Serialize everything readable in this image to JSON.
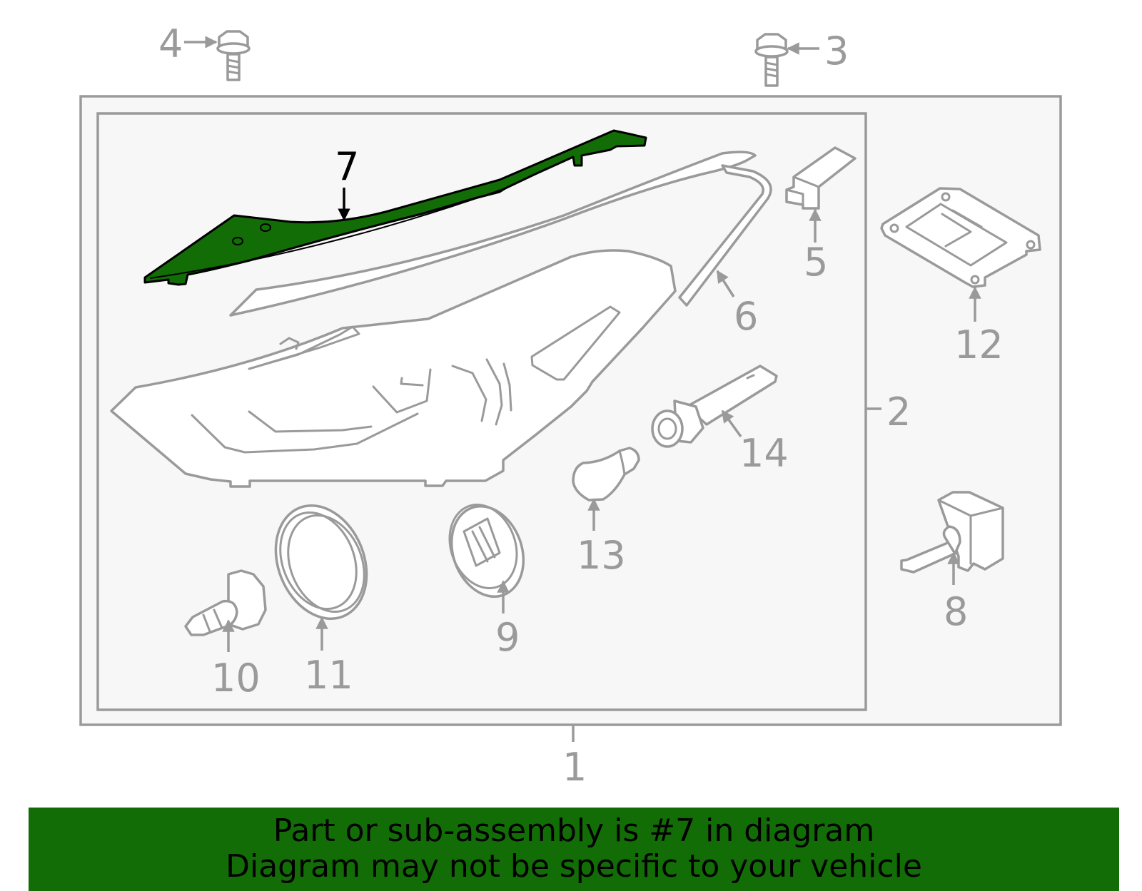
{
  "callouts": [
    "1",
    "2",
    "3",
    "4",
    "5",
    "6",
    "7",
    "8",
    "9",
    "10",
    "11",
    "12",
    "13",
    "14"
  ],
  "highlighted_part": "7",
  "colors": {
    "highlight": "#136d06",
    "line": "#9a9a9a",
    "panel": "#f7f7f7",
    "banner": "#136d06"
  },
  "banner": {
    "line1": "Part or sub-assembly is #7 in diagram",
    "line2": "Diagram may not be specific to your vehicle"
  }
}
